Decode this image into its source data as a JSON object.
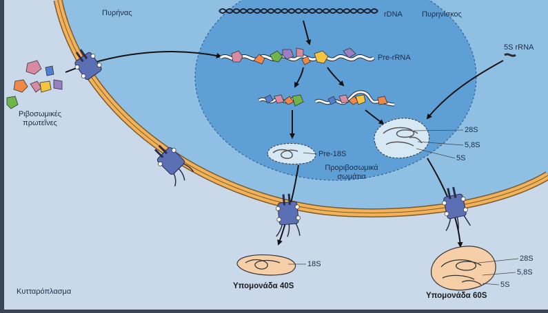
{
  "labels": {
    "nucleus": "Πυρήνας",
    "nucleolus": "Πυρηνίσκος",
    "rdna": "rDNA",
    "pre_rrna": "Pre-rRNA",
    "rrna_5s": "5S rRNA",
    "ribosomal_proteins_line1": "Ριβοσωμικές",
    "ribosomal_proteins_line2": "πρωτεΐνες",
    "pre_18s": "Pre-18S",
    "preribosomal_line1": "Προριβοσωμικά",
    "preribosomal_line2": "σωμάτια",
    "r28s": "28S",
    "r58s": "5,8S",
    "r5s": "5S",
    "r18s": "18S",
    "subunit_40s": "Υπομονάδα 40S",
    "subunit_60s": "Υπομονάδα 60S",
    "cytoplasm": "Κυτταρόπλασμα"
  },
  "colors": {
    "background": "#3b4452",
    "cytoplasm": "#c9d9ea",
    "nucleoplasm": "#8fc0e4",
    "nucleolus": "#5e9fd6",
    "envelope": "#f2b25a",
    "pore": "#5b6fb5",
    "subunit_fill": "#f6cfa8",
    "protein_pink": "#d98aa3",
    "protein_orange": "#f0884a",
    "protein_green": "#6fb54a",
    "protein_yellow": "#f4c542",
    "protein_purple": "#9a7fc4",
    "protein_blue": "#4f7fd0"
  }
}
